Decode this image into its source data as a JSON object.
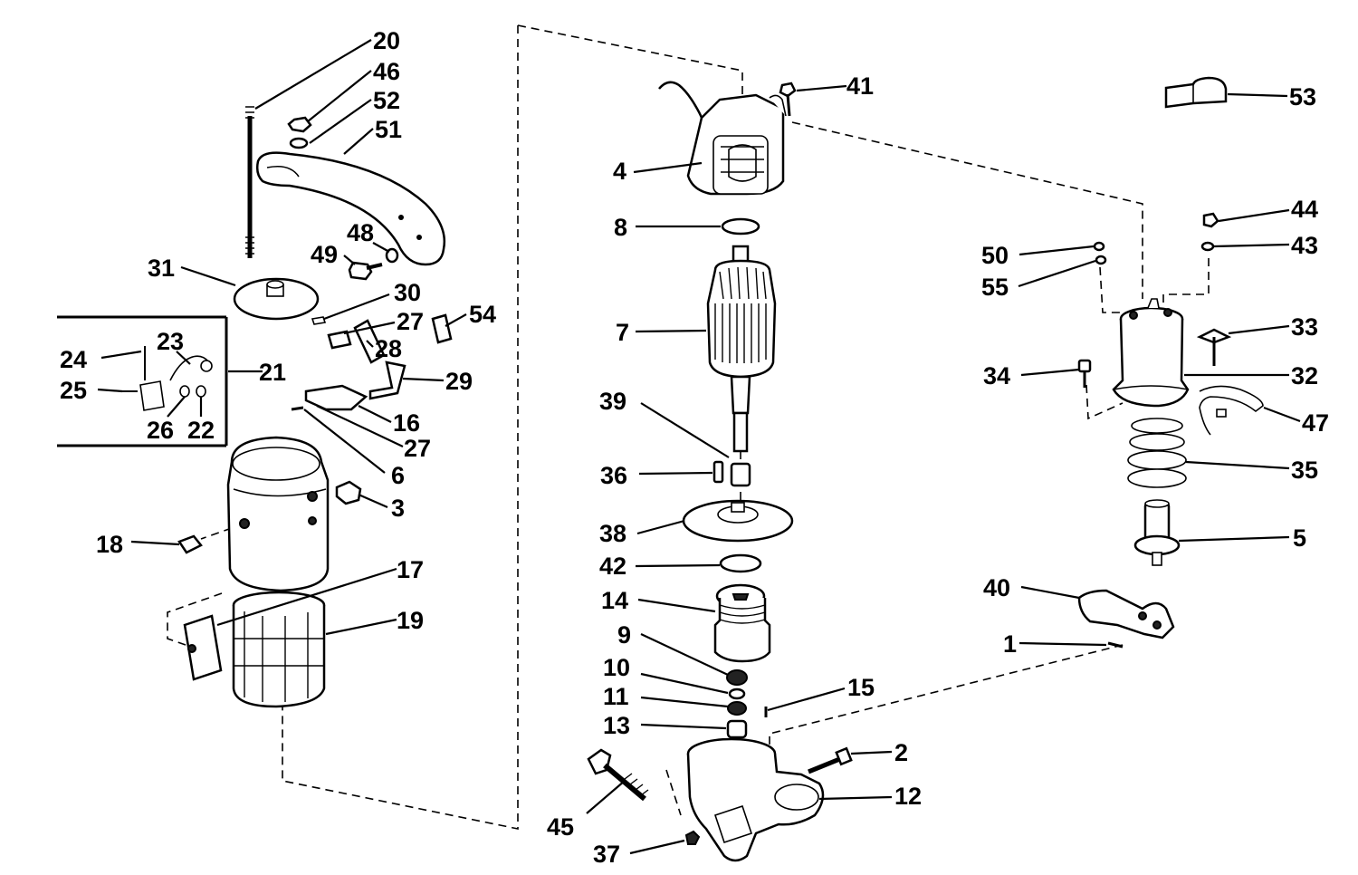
{
  "callouts": [
    {
      "id": "20",
      "label": "20"
    },
    {
      "id": "46",
      "label": "46"
    },
    {
      "id": "52",
      "label": "52"
    },
    {
      "id": "51",
      "label": "51"
    },
    {
      "id": "48",
      "label": "48"
    },
    {
      "id": "49",
      "label": "49"
    },
    {
      "id": "31",
      "label": "31"
    },
    {
      "id": "30",
      "label": "30"
    },
    {
      "id": "27a",
      "label": "27"
    },
    {
      "id": "54",
      "label": "54"
    },
    {
      "id": "28",
      "label": "28"
    },
    {
      "id": "29",
      "label": "29"
    },
    {
      "id": "24",
      "label": "24"
    },
    {
      "id": "23",
      "label": "23"
    },
    {
      "id": "21",
      "label": "21"
    },
    {
      "id": "25",
      "label": "25"
    },
    {
      "id": "26",
      "label": "26"
    },
    {
      "id": "22",
      "label": "22"
    },
    {
      "id": "16",
      "label": "16"
    },
    {
      "id": "27b",
      "label": "27"
    },
    {
      "id": "6",
      "label": "6"
    },
    {
      "id": "3",
      "label": "3"
    },
    {
      "id": "18",
      "label": "18"
    },
    {
      "id": "17",
      "label": "17"
    },
    {
      "id": "19",
      "label": "19"
    },
    {
      "id": "41",
      "label": "41"
    },
    {
      "id": "4",
      "label": "4"
    },
    {
      "id": "8",
      "label": "8"
    },
    {
      "id": "7",
      "label": "7"
    },
    {
      "id": "39",
      "label": "39"
    },
    {
      "id": "36",
      "label": "36"
    },
    {
      "id": "38",
      "label": "38"
    },
    {
      "id": "42",
      "label": "42"
    },
    {
      "id": "14",
      "label": "14"
    },
    {
      "id": "9",
      "label": "9"
    },
    {
      "id": "10",
      "label": "10"
    },
    {
      "id": "11",
      "label": "11"
    },
    {
      "id": "13",
      "label": "13"
    },
    {
      "id": "15",
      "label": "15"
    },
    {
      "id": "2",
      "label": "2"
    },
    {
      "id": "12",
      "label": "12"
    },
    {
      "id": "45",
      "label": "45"
    },
    {
      "id": "37",
      "label": "37"
    },
    {
      "id": "53",
      "label": "53"
    },
    {
      "id": "44",
      "label": "44"
    },
    {
      "id": "50",
      "label": "50"
    },
    {
      "id": "43",
      "label": "43"
    },
    {
      "id": "55",
      "label": "55"
    },
    {
      "id": "33",
      "label": "33"
    },
    {
      "id": "34",
      "label": "34"
    },
    {
      "id": "32",
      "label": "32"
    },
    {
      "id": "47",
      "label": "47"
    },
    {
      "id": "35",
      "label": "35"
    },
    {
      "id": "5",
      "label": "5"
    },
    {
      "id": "40",
      "label": "40"
    },
    {
      "id": "1",
      "label": "1"
    }
  ]
}
